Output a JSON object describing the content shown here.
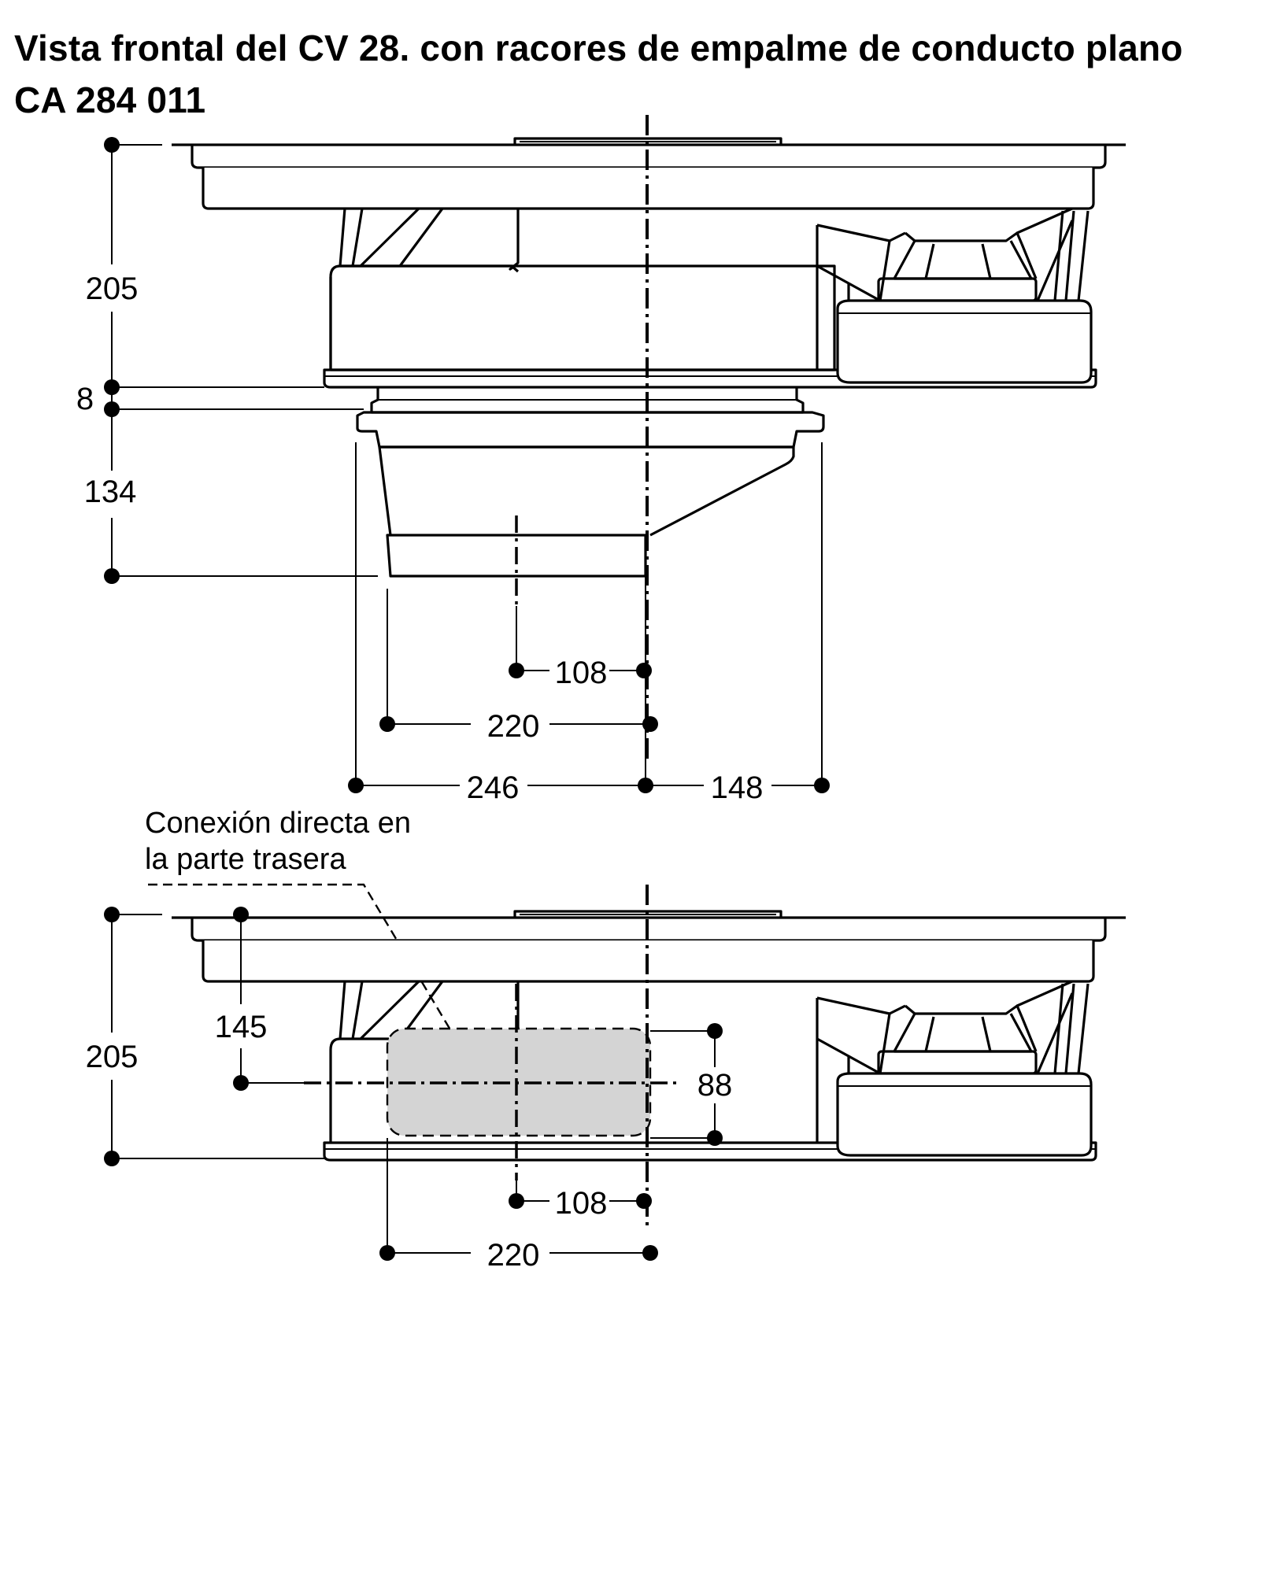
{
  "title": {
    "line1": "Vista frontal del CV 28. con racores de empalme de conducto plano",
    "line2": "CA 284 011"
  },
  "top_view": {
    "dims": {
      "height_total": "205",
      "gap": "8",
      "adapter_height": "134",
      "offset_small": "108",
      "width_outlet": "220",
      "width_left": "246",
      "width_right": "148"
    }
  },
  "bottom_view": {
    "dims": {
      "height_total": "205",
      "center_height": "145",
      "duct_height": "88",
      "offset_small": "108",
      "width_outlet": "220"
    },
    "annotation": {
      "line1": "Conexión directa en",
      "line2": "la parte trasera"
    },
    "colors": {
      "connection_fill": "#d4d4d4"
    }
  }
}
